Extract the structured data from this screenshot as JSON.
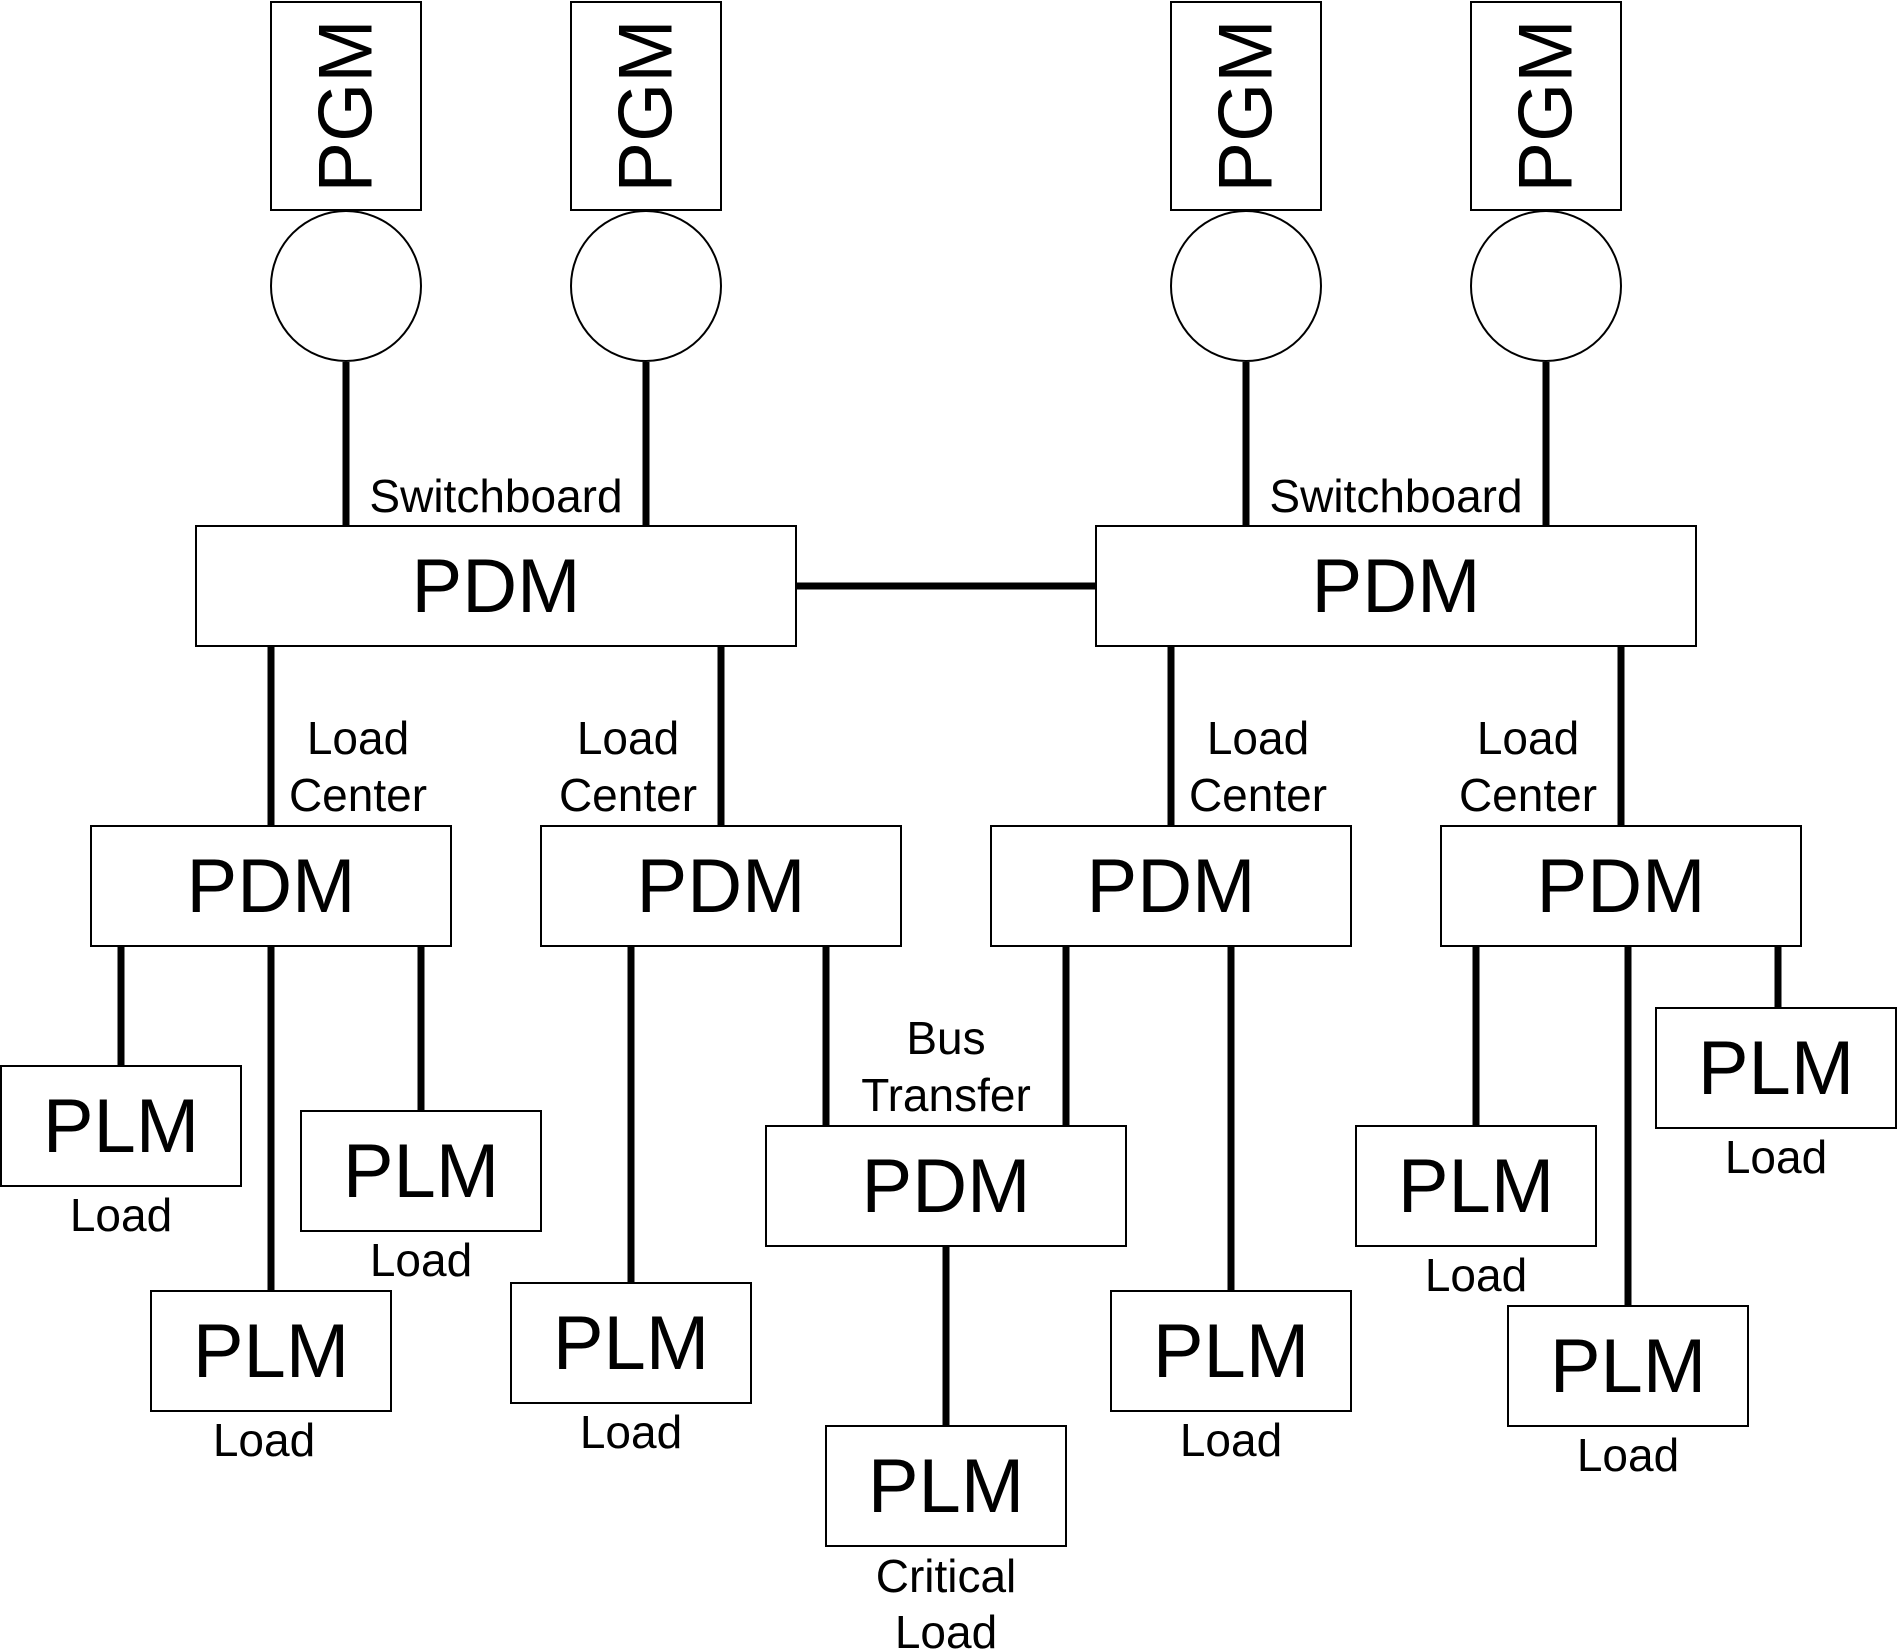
{
  "labels": {
    "generator": "PGM",
    "distribution": "PDM",
    "load_module": "PLM",
    "switchboard": "Switchboard",
    "load_center_line1": "Load",
    "load_center_line2": "Center",
    "bus_transfer_line1": "Bus",
    "bus_transfer_line2": "Transfer",
    "load": "Load",
    "critical_line1": "Critical",
    "critical_line2": "Load"
  }
}
